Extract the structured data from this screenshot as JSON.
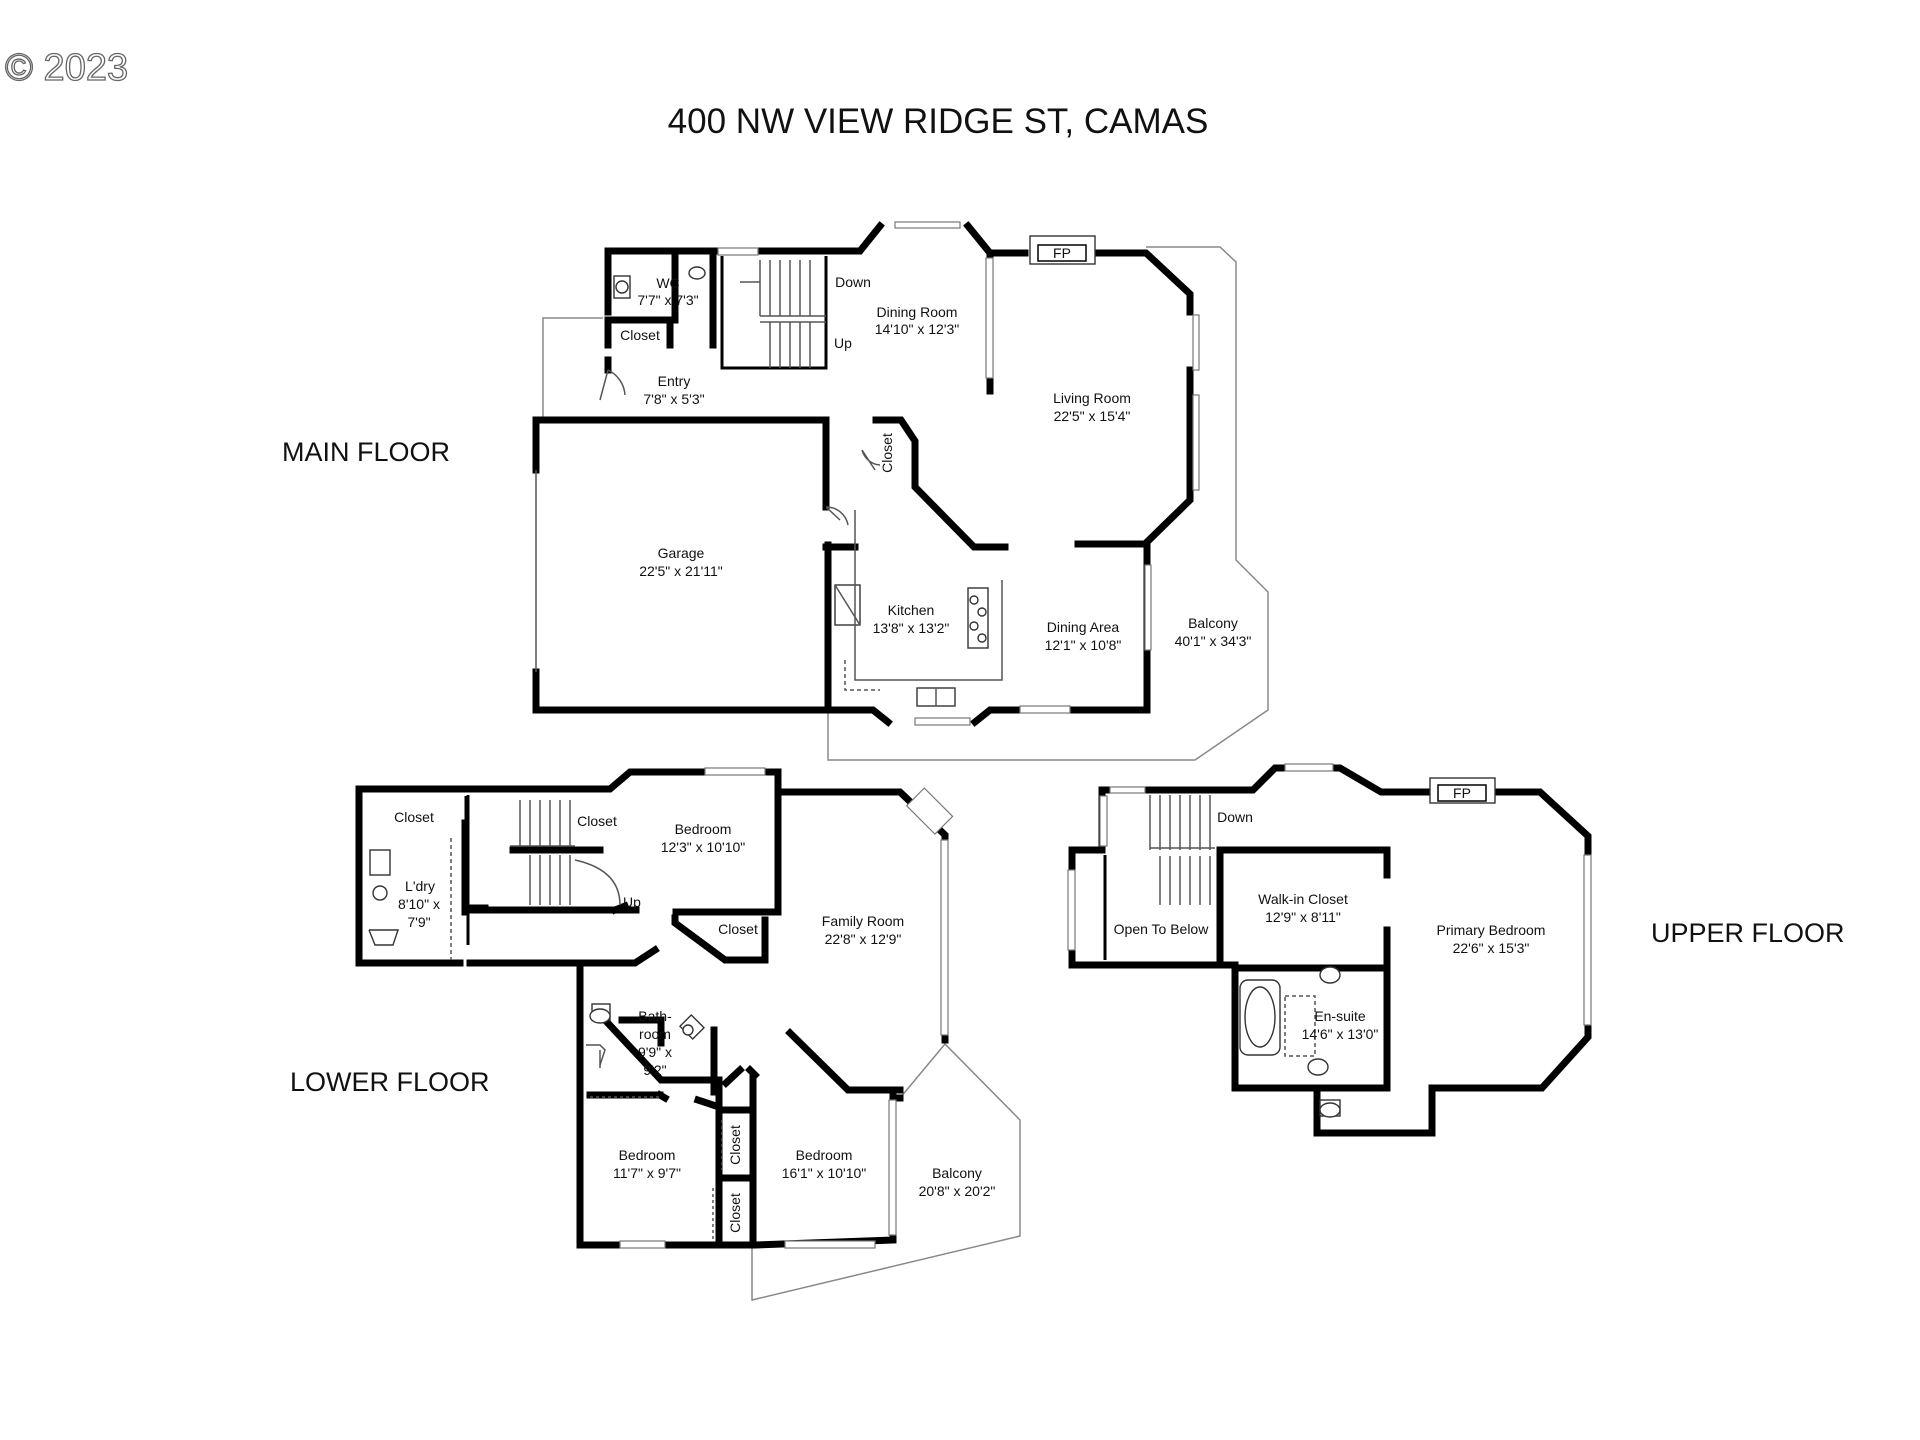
{
  "copyright": "© 2023",
  "title": "400 NW VIEW RIDGE ST, CAMAS",
  "floors": {
    "main": "MAIN FLOOR",
    "lower": "LOWER FLOOR",
    "upper": "UPPER FLOOR"
  },
  "rooms": {
    "wc": {
      "name": "WC",
      "size": "7'7\" x 7'3\""
    },
    "main_closet": {
      "name": "Closet"
    },
    "entry": {
      "name": "Entry",
      "size": "7'8\" x 5'3\""
    },
    "dining_room": {
      "name": "Dining Room",
      "size": "14'10\" x 12'3\""
    },
    "stair_down": "Down",
    "stair_up": "Up",
    "fireplace": "FP",
    "living_room": {
      "name": "Living Room",
      "size": "22'5\" x 15'4\""
    },
    "closet_kitchen": {
      "name": "Closet"
    },
    "garage": {
      "name": "Garage",
      "size": "22'5\" x 21'11\""
    },
    "kitchen": {
      "name": "Kitchen",
      "size": "13'8\" x 13'2\""
    },
    "dining_area": {
      "name": "Dining Area",
      "size": "12'1\" x 10'8\""
    },
    "balcony_main": {
      "name": "Balcony",
      "size": "40'1\" x 34'3\""
    },
    "lower_closet_left": {
      "name": "Closet"
    },
    "laundry": {
      "name": "L'dry",
      "size1": "8'10\" x",
      "size2": "7'9\""
    },
    "lower_closet_stair": {
      "name": "Closet"
    },
    "lower_up": "Up",
    "bedroom_1": {
      "name": "Bedroom",
      "size": "12'3\" x 10'10\""
    },
    "lower_closet_mid": {
      "name": "Closet"
    },
    "family_room": {
      "name": "Family Room",
      "size": "22'8\" x 12'9\""
    },
    "bathroom": {
      "name1": "Bath-",
      "name2": "room",
      "size1": "9'9\" x",
      "size2": "9'2\""
    },
    "bedroom_2": {
      "name": "Bedroom",
      "size": "11'7\" x 9'7\""
    },
    "closet_a": {
      "name": "Closet"
    },
    "closet_b": {
      "name": "Closet"
    },
    "bedroom_3": {
      "name": "Bedroom",
      "size": "16'1\" x 10'10\""
    },
    "balcony_lower": {
      "name": "Balcony",
      "size": "20'8\" x 20'2\""
    },
    "upper_down": "Down",
    "upper_fireplace": "FP",
    "open_to_below": {
      "name": "Open To Below"
    },
    "walk_in_closet": {
      "name": "Walk-in Closet",
      "size": "12'9\" x 8'11\""
    },
    "primary_bedroom": {
      "name": "Primary Bedroom",
      "size": "22'6\" x 15'3\""
    },
    "en_suite": {
      "name": "En-suite",
      "size": "14'6\" x 13'0\""
    }
  }
}
